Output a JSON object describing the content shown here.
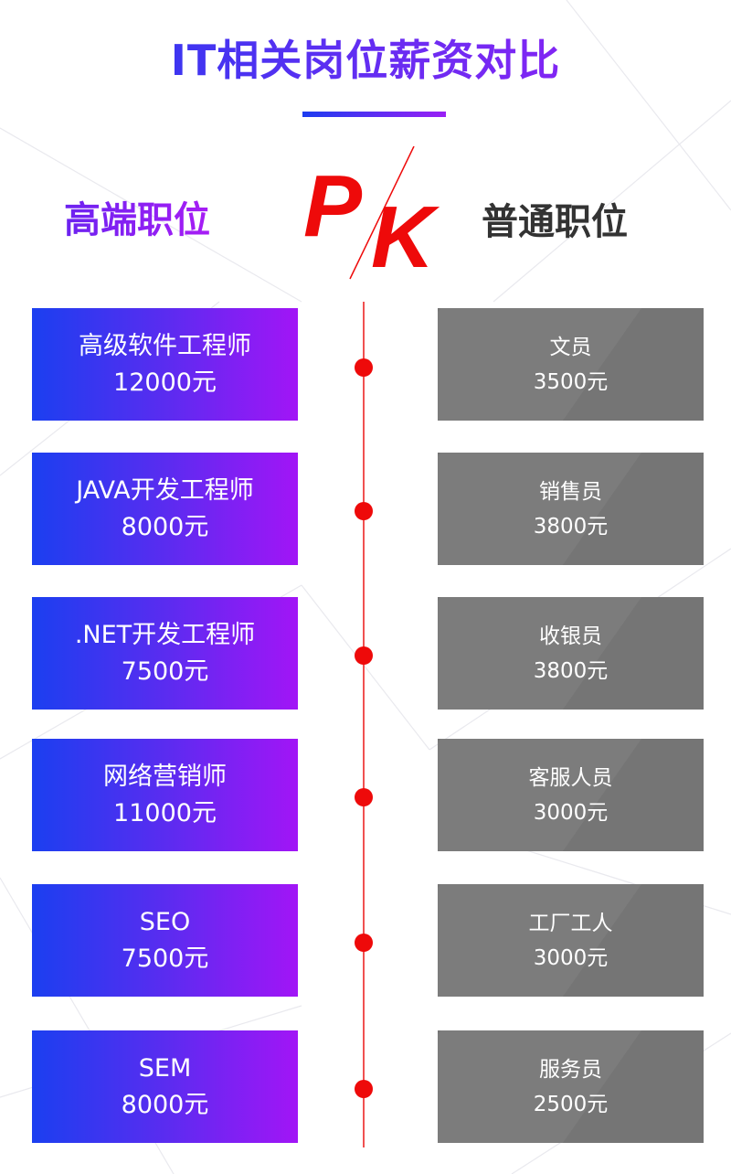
{
  "title": "IT相关岗位薪资对比",
  "left_heading": "高端职位",
  "right_heading": "普通职位",
  "pk": {
    "p": "P",
    "k": "K"
  },
  "colors": {
    "accent_red": "#ee0a0a",
    "gradient_start": "#1b3ff0",
    "gradient_end": "#a215f6",
    "gray_card": "#757575"
  },
  "high_jobs": [
    {
      "name": "高级软件工程师",
      "salary": "12000元"
    },
    {
      "name": "JAVA开发工程师",
      "salary": "8000元"
    },
    {
      "name": ".NET开发工程师",
      "salary": "7500元"
    },
    {
      "name": "网络营销师",
      "salary": "11000元"
    },
    {
      "name": "SEO",
      "salary": "7500元"
    },
    {
      "name": "SEM",
      "salary": "8000元"
    }
  ],
  "normal_jobs": [
    {
      "name": "文员",
      "salary": "3500元"
    },
    {
      "name": "销售员",
      "salary": "3800元"
    },
    {
      "name": "收银员",
      "salary": "3800元"
    },
    {
      "name": "客服人员",
      "salary": "3000元"
    },
    {
      "name": "工厂工人",
      "salary": "3000元"
    },
    {
      "name": "服务员",
      "salary": "2500元"
    }
  ]
}
